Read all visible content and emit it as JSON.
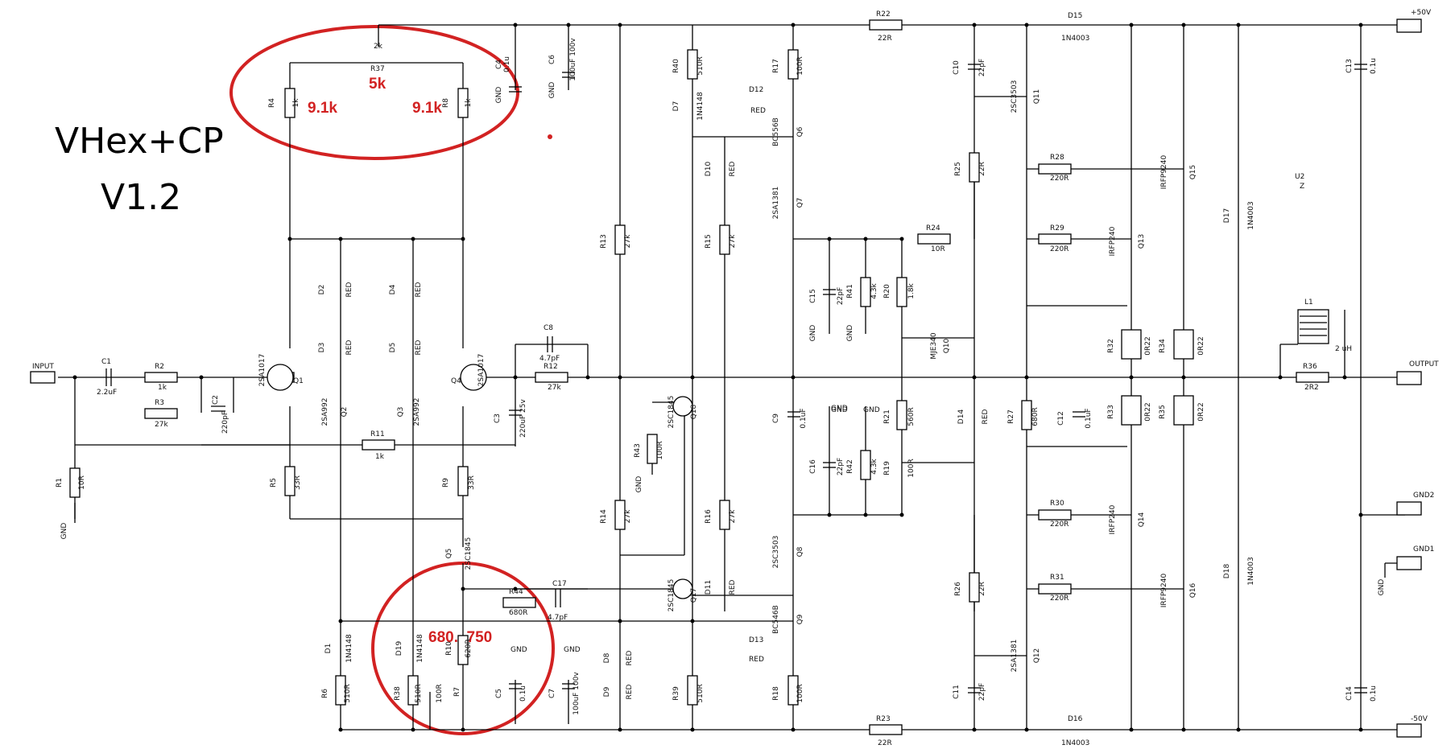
{
  "title": "VHex+CP",
  "version": "V1.2",
  "annotations": {
    "r37_value": "5k",
    "r4_value": "9.1k",
    "r8_value": "9.1k",
    "r19_value": "680...750"
  },
  "colors": {
    "annotation": "#d22222",
    "wire": "#000000"
  },
  "connectors": [
    {
      "id": "conn-50v-pos",
      "label": "+50V"
    },
    {
      "id": "conn-input",
      "label": "INPUT"
    },
    {
      "id": "conn-output",
      "label": "OUTPUT"
    },
    {
      "id": "conn-gnd2",
      "label": "GND2"
    },
    {
      "id": "conn-gnd1",
      "label": "GND1"
    },
    {
      "id": "conn-50v-neg",
      "label": "-50V"
    }
  ],
  "labels": [
    {
      "n": "C1",
      "t": "C1"
    },
    {
      "n": "C1-val",
      "t": "2.2uF"
    },
    {
      "n": "R2",
      "t": "R2"
    },
    {
      "n": "R2-val",
      "t": "1k"
    },
    {
      "n": "R3",
      "t": "R3"
    },
    {
      "n": "R3-val",
      "t": "27k"
    },
    {
      "n": "C2",
      "t": "C2"
    },
    {
      "n": "C2-val",
      "t": "220pF"
    },
    {
      "n": "R1",
      "t": "R1"
    },
    {
      "n": "R1-val",
      "t": "10R"
    },
    {
      "n": "GND-a",
      "t": "GND"
    },
    {
      "n": "R4",
      "t": "R4"
    },
    {
      "n": "R4-val",
      "t": "1k"
    },
    {
      "n": "R37",
      "t": "R37"
    },
    {
      "n": "R37-val",
      "t": "2k"
    },
    {
      "n": "R8",
      "t": "R8"
    },
    {
      "n": "R8-val",
      "t": "1k"
    },
    {
      "n": "C4",
      "t": "C4"
    },
    {
      "n": "C4-val",
      "t": "0.1u"
    },
    {
      "n": "GND-c4",
      "t": "GND"
    },
    {
      "n": "C6",
      "t": "C6"
    },
    {
      "n": "C6-val",
      "t": "100uF 100v"
    },
    {
      "n": "GND-c6",
      "t": "GND"
    },
    {
      "n": "D2",
      "t": "D2"
    },
    {
      "n": "D2-val",
      "t": "RED"
    },
    {
      "n": "D3",
      "t": "D3"
    },
    {
      "n": "D3-val",
      "t": "RED"
    },
    {
      "n": "D4",
      "t": "D4"
    },
    {
      "n": "D4-val",
      "t": "RED"
    },
    {
      "n": "D5",
      "t": "D5"
    },
    {
      "n": "D5-val",
      "t": "RED"
    },
    {
      "n": "Q1",
      "t": "Q1"
    },
    {
      "n": "Q1-val",
      "t": "2SA1017"
    },
    {
      "n": "Q2",
      "t": "Q2"
    },
    {
      "n": "Q2-val",
      "t": "2SA992"
    },
    {
      "n": "Q3",
      "t": "Q3"
    },
    {
      "n": "Q3-val",
      "t": "2SA992"
    },
    {
      "n": "Q4",
      "t": "Q4"
    },
    {
      "n": "Q4-val",
      "t": "2SA1017"
    },
    {
      "n": "C8",
      "t": "C8"
    },
    {
      "n": "C8-val",
      "t": "4.7pF"
    },
    {
      "n": "R12",
      "t": "R12"
    },
    {
      "n": "R12-val",
      "t": "27k"
    },
    {
      "n": "C3",
      "t": "C3"
    },
    {
      "n": "C3-val",
      "t": "220uF 25v"
    },
    {
      "n": "R11",
      "t": "R11"
    },
    {
      "n": "R11-val",
      "t": "1k"
    },
    {
      "n": "R5",
      "t": "R5"
    },
    {
      "n": "R5-val",
      "t": "33R"
    },
    {
      "n": "R9",
      "t": "R9"
    },
    {
      "n": "R9-val",
      "t": "33R"
    },
    {
      "n": "Q5",
      "t": "Q5"
    },
    {
      "n": "Q5-val",
      "t": "2SC1845"
    },
    {
      "n": "R44",
      "t": "R44"
    },
    {
      "n": "R44-val",
      "t": "680R"
    },
    {
      "n": "C17",
      "t": "C17"
    },
    {
      "n": "C17-val",
      "t": "4.7pF"
    },
    {
      "n": "D1",
      "t": "D1"
    },
    {
      "n": "D1-val",
      "t": "1N4148"
    },
    {
      "n": "D19",
      "t": "D19"
    },
    {
      "n": "D19-val",
      "t": "1N4148"
    },
    {
      "n": "R10",
      "t": "R10"
    },
    {
      "n": "R10-val",
      "t": "620R"
    },
    {
      "n": "R6",
      "t": "R6"
    },
    {
      "n": "R6-val",
      "t": "510R"
    },
    {
      "n": "R38",
      "t": "R38"
    },
    {
      "n": "R38-val",
      "t": "510R"
    },
    {
      "n": "R7",
      "t": "R7"
    },
    {
      "n": "R7-val",
      "t": "100R"
    },
    {
      "n": "C5",
      "t": "C5"
    },
    {
      "n": "C5-val",
      "t": "0.1u"
    },
    {
      "n": "GND-c5",
      "t": "GND"
    },
    {
      "n": "C7",
      "t": "C7"
    },
    {
      "n": "C7-val",
      "t": "100uF 100v"
    },
    {
      "n": "GND-c7",
      "t": "GND"
    },
    {
      "n": "R13",
      "t": "R13"
    },
    {
      "n": "R13-val",
      "t": "27k"
    },
    {
      "n": "R14",
      "t": "R14"
    },
    {
      "n": "R14-val",
      "t": "27k"
    },
    {
      "n": "R43",
      "t": "R43"
    },
    {
      "n": "R43-val",
      "t": "100R"
    },
    {
      "n": "GND-r43",
      "t": "GND"
    },
    {
      "n": "Q18",
      "t": "Q18"
    },
    {
      "n": "Q18-val",
      "t": "2SC1845"
    },
    {
      "n": "Q17",
      "t": "Q17"
    },
    {
      "n": "Q17-val",
      "t": "2SC1845"
    },
    {
      "n": "D8",
      "t": "D8"
    },
    {
      "n": "D8-val",
      "t": "RED"
    },
    {
      "n": "D9",
      "t": "D9"
    },
    {
      "n": "D9-val",
      "t": "RED"
    },
    {
      "n": "R40",
      "t": "R40"
    },
    {
      "n": "R40-val",
      "t": "510R"
    },
    {
      "n": "D7",
      "t": "D7"
    },
    {
      "n": "D7-val",
      "t": "1N4148"
    },
    {
      "n": "R39",
      "t": "R39"
    },
    {
      "n": "R39-val",
      "t": "510R"
    },
    {
      "n": "D10",
      "t": "D10"
    },
    {
      "n": "D10-val",
      "t": "RED"
    },
    {
      "n": "R15",
      "t": "R15"
    },
    {
      "n": "R15-val",
      "t": "27k"
    },
    {
      "n": "R16",
      "t": "R16"
    },
    {
      "n": "R16-val",
      "t": "27k"
    },
    {
      "n": "D11",
      "t": "D11"
    },
    {
      "n": "D11-val",
      "t": "RED"
    },
    {
      "n": "D12",
      "t": "D12"
    },
    {
      "n": "D12-val",
      "t": "RED"
    },
    {
      "n": "D13",
      "t": "D13"
    },
    {
      "n": "D13-val",
      "t": "RED"
    },
    {
      "n": "R17",
      "t": "R17"
    },
    {
      "n": "R17-val",
      "t": "100R"
    },
    {
      "n": "Q6",
      "t": "Q6"
    },
    {
      "n": "Q6-val",
      "t": "BC556B"
    },
    {
      "n": "Q7",
      "t": "Q7"
    },
    {
      "n": "Q7-val",
      "t": "2SA1381"
    },
    {
      "n": "Q8",
      "t": "Q8"
    },
    {
      "n": "Q8-val",
      "t": "2SC3503"
    },
    {
      "n": "Q9",
      "t": "Q9"
    },
    {
      "n": "Q9-val",
      "t": "BC546B"
    },
    {
      "n": "R18",
      "t": "R18"
    },
    {
      "n": "R18-val",
      "t": "100R"
    },
    {
      "n": "C9",
      "t": "C9"
    },
    {
      "n": "C9-val",
      "t": "0.1uF"
    },
    {
      "n": "GND-c9",
      "t": "GND"
    },
    {
      "n": "R22",
      "t": "R22"
    },
    {
      "n": "R22-val",
      "t": "22R"
    },
    {
      "n": "R23",
      "t": "R23"
    },
    {
      "n": "R23-val",
      "t": "22R"
    },
    {
      "n": "C15",
      "t": "C15"
    },
    {
      "n": "C15-val",
      "t": "22pF"
    },
    {
      "n": "GND-c15",
      "t": "GND"
    },
    {
      "n": "R41",
      "t": "R41"
    },
    {
      "n": "R41-val",
      "t": "4.3k"
    },
    {
      "n": "GND-r41",
      "t": "GND"
    },
    {
      "n": "R20",
      "t": "R20"
    },
    {
      "n": "R20-val",
      "t": "1.8k"
    },
    {
      "n": "R24",
      "t": "R24"
    },
    {
      "n": "R24-val",
      "t": "10R"
    },
    {
      "n": "Q10",
      "t": "Q10"
    },
    {
      "n": "Q10-val",
      "t": "MJE340"
    },
    {
      "n": "R21",
      "t": "R21"
    },
    {
      "n": "R21-val",
      "t": "560R"
    },
    {
      "n": "C16",
      "t": "C16"
    },
    {
      "n": "C16-val",
      "t": "22pF"
    },
    {
      "n": "GND-c16",
      "t": "GND"
    },
    {
      "n": "R42",
      "t": "R42"
    },
    {
      "n": "R42-val",
      "t": "4.3k"
    },
    {
      "n": "GND-r42",
      "t": "GND"
    },
    {
      "n": "R19",
      "t": "R19"
    },
    {
      "n": "R19-val",
      "t": "100R"
    },
    {
      "n": "C10",
      "t": "C10"
    },
    {
      "n": "C10-val",
      "t": "22pF"
    },
    {
      "n": "C11",
      "t": "C11"
    },
    {
      "n": "C11-val",
      "t": "22pF"
    },
    {
      "n": "R25",
      "t": "R25"
    },
    {
      "n": "R25-val",
      "t": "22R"
    },
    {
      "n": "R26",
      "t": "R26"
    },
    {
      "n": "R26-val",
      "t": "22R"
    },
    {
      "n": "D14",
      "t": "D14"
    },
    {
      "n": "D14-val",
      "t": "RED"
    },
    {
      "n": "Q11",
      "t": "Q11"
    },
    {
      "n": "Q11-val",
      "t": "2SC3503"
    },
    {
      "n": "Q12",
      "t": "Q12"
    },
    {
      "n": "Q12-val",
      "t": "2SA1381"
    },
    {
      "n": "R27",
      "t": "R27"
    },
    {
      "n": "R27-val",
      "t": "680R"
    },
    {
      "n": "C12",
      "t": "C12"
    },
    {
      "n": "C12-val",
      "t": "0.1uF"
    },
    {
      "n": "D15",
      "t": "D15"
    },
    {
      "n": "D15-val",
      "t": "1N4003"
    },
    {
      "n": "D16",
      "t": "D16"
    },
    {
      "n": "D16-val",
      "t": "1N4003"
    },
    {
      "n": "R28",
      "t": "R28"
    },
    {
      "n": "R28-val",
      "t": "220R"
    },
    {
      "n": "R29",
      "t": "R29"
    },
    {
      "n": "R29-val",
      "t": "220R"
    },
    {
      "n": "R30",
      "t": "R30"
    },
    {
      "n": "R30-val",
      "t": "220R"
    },
    {
      "n": "R31",
      "t": "R31"
    },
    {
      "n": "R31-val",
      "t": "220R"
    },
    {
      "n": "Q13",
      "t": "Q13"
    },
    {
      "n": "Q13-val",
      "t": "IRFP240"
    },
    {
      "n": "Q14",
      "t": "Q14"
    },
    {
      "n": "Q14-val",
      "t": "IRFP240"
    },
    {
      "n": "Q15",
      "t": "Q15"
    },
    {
      "n": "Q15-val",
      "t": "IRFP9240"
    },
    {
      "n": "Q16",
      "t": "Q16"
    },
    {
      "n": "Q16-val",
      "t": "IRFP9240"
    },
    {
      "n": "R32",
      "t": "R32"
    },
    {
      "n": "R32-val",
      "t": "0R22"
    },
    {
      "n": "R33",
      "t": "R33"
    },
    {
      "n": "R33-val",
      "t": "0R22"
    },
    {
      "n": "R34",
      "t": "R34"
    },
    {
      "n": "R34-val",
      "t": "0R22"
    },
    {
      "n": "R35",
      "t": "R35"
    },
    {
      "n": "R35-val",
      "t": "0R22"
    },
    {
      "n": "D17",
      "t": "D17"
    },
    {
      "n": "D17-val",
      "t": "1N4003"
    },
    {
      "n": "D18",
      "t": "D18"
    },
    {
      "n": "D18-val",
      "t": "1N4003"
    },
    {
      "n": "L1",
      "t": "L1"
    },
    {
      "n": "L1-val",
      "t": "2 uH"
    },
    {
      "n": "R36",
      "t": "R36"
    },
    {
      "n": "R36-val",
      "t": "2R2"
    },
    {
      "n": "U2",
      "t": "U2"
    },
    {
      "n": "U2-val",
      "t": "Z"
    },
    {
      "n": "C13",
      "t": "C13"
    },
    {
      "n": "C13-val",
      "t": "0.1u"
    },
    {
      "n": "C14",
      "t": "C14"
    },
    {
      "n": "C14-val",
      "t": "0.1u"
    },
    {
      "n": "GND-out",
      "t": "GND"
    }
  ]
}
